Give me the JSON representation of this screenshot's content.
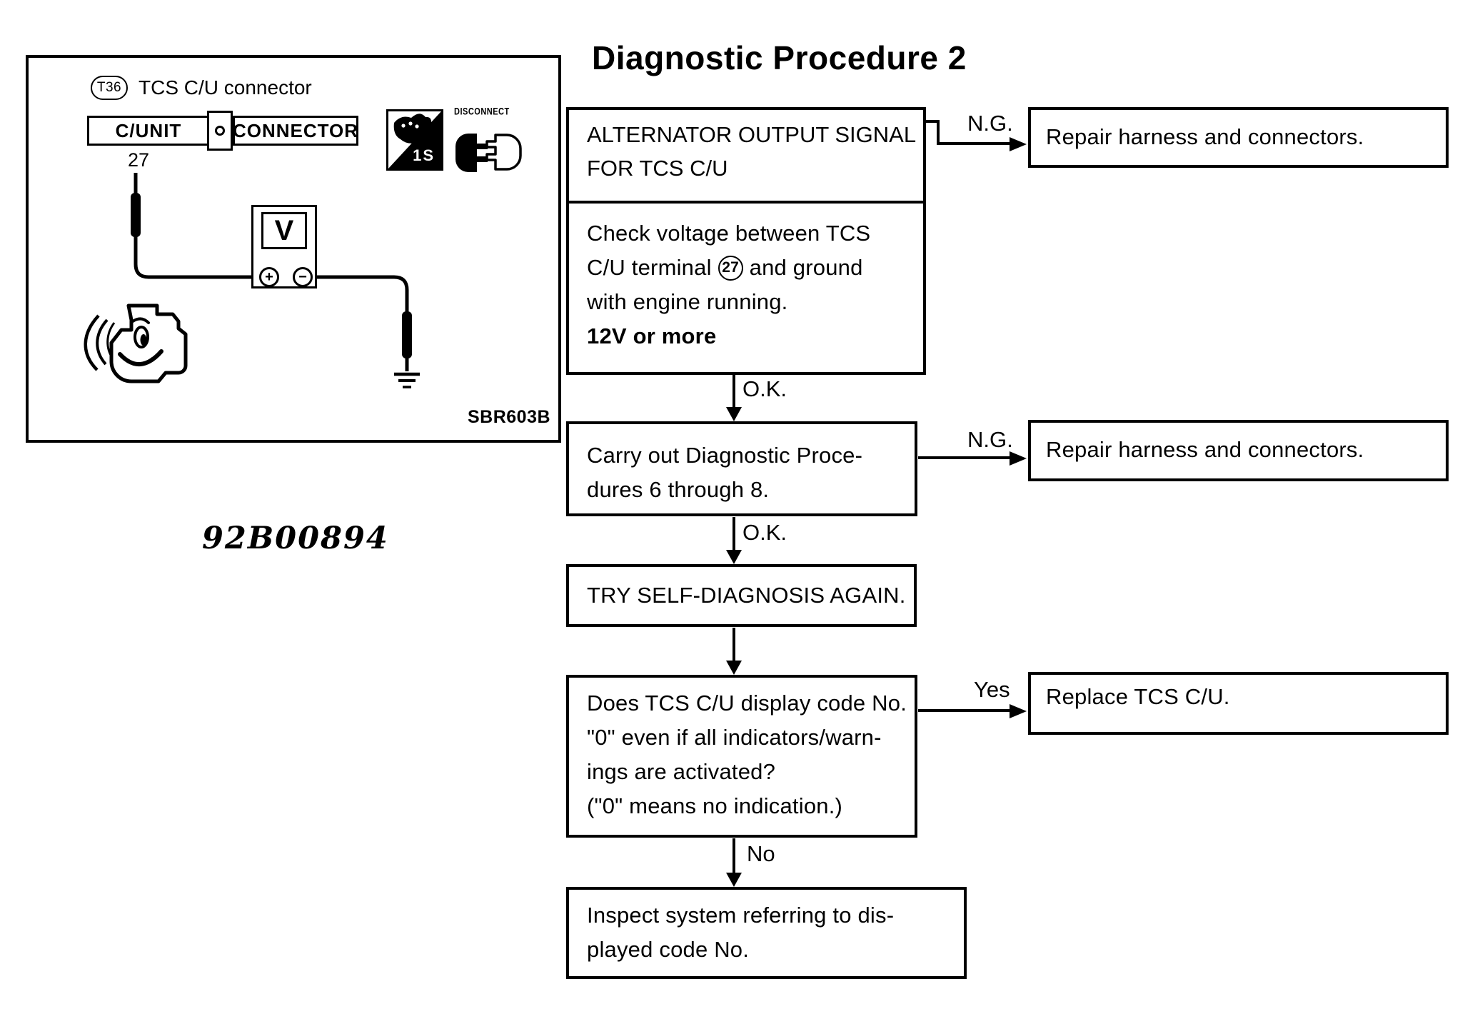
{
  "illustration": {
    "badge": "T36",
    "caption": "TCS C/U connector",
    "cunit_label": "C/UNIT",
    "connector_label": "CONNECTOR",
    "terminal_number": "27",
    "meter_letter": "V",
    "plus": "+",
    "minus": "−",
    "tool_icon_label": "1S",
    "disconnect_label": "DISCONNECT",
    "figure_code": "SBR603B",
    "stamp": "92B00894"
  },
  "flowchart": {
    "title": "Diagnostic Procedure 2",
    "step1": {
      "heading": [
        "ALTERNATOR OUTPUT SIGNAL",
        "FOR TCS C/U"
      ],
      "body": {
        "line1": "Check voltage between TCS",
        "line2_pre": "C/U terminal",
        "line2_terminal": "27",
        "line2_post": "and ground",
        "line3": "with engine running.",
        "spec": "12V or more"
      }
    },
    "step2": {
      "lines": [
        "Carry out Diagnostic Proce-",
        "dures 6 through 8."
      ]
    },
    "step3": {
      "text": "TRY SELF-DIAGNOSIS AGAIN."
    },
    "step4": {
      "lines": [
        "Does TCS C/U display code No.",
        "\"0\" even if all indicators/warn-",
        "ings are activated?",
        "(\"0\" means no indication.)"
      ]
    },
    "step5": {
      "lines": [
        "Inspect system referring to dis-",
        "played code No."
      ]
    },
    "results": {
      "repair1": "Repair harness and connectors.",
      "repair2": "Repair harness and connectors.",
      "replace": "Replace TCS C/U."
    },
    "labels": {
      "ok1": "O.K.",
      "ok2": "O.K.",
      "ng1": "N.G.",
      "ng2": "N.G.",
      "yes": "Yes",
      "no": "No"
    }
  }
}
